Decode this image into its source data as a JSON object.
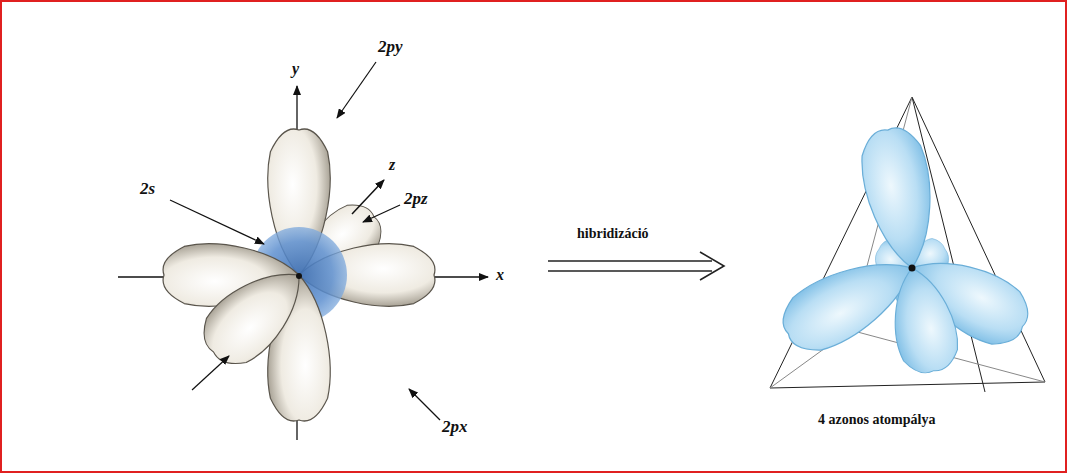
{
  "diagram": {
    "labels": [
      "y",
      "2py",
      "2s",
      "z",
      "2pz",
      "x",
      "2px",
      "hibridizáció",
      "4 azonos atompálya"
    ]
  }
}
